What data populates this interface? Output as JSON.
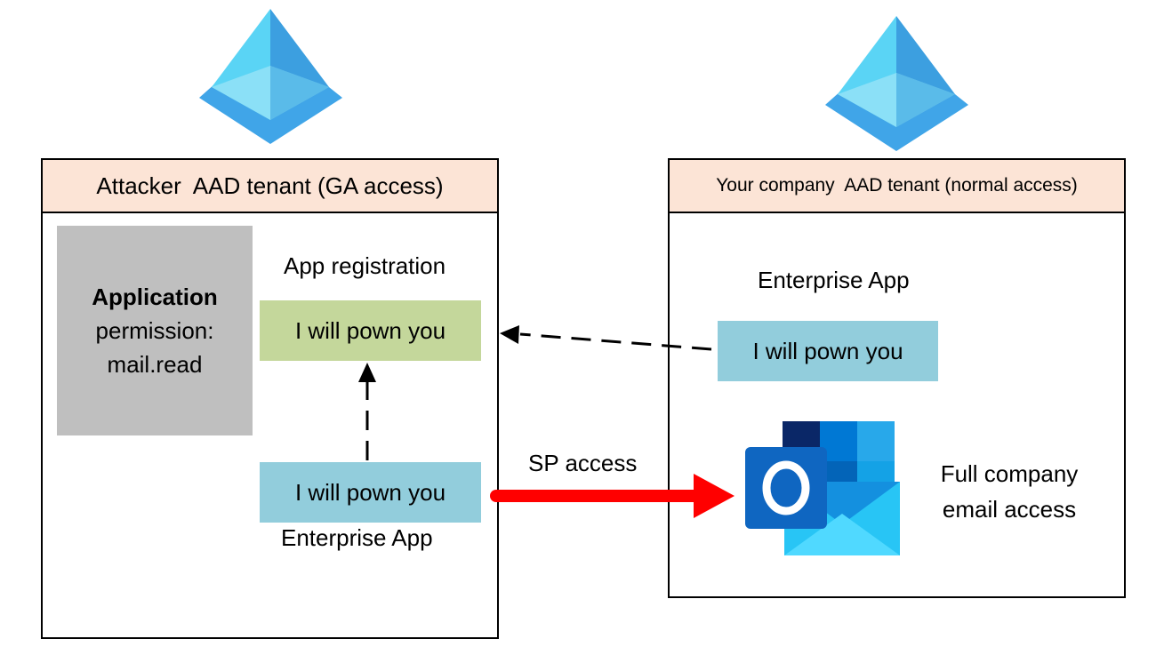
{
  "attacker": {
    "header": "Attacker  AAD tenant (GA access)",
    "permission": {
      "title": "Application",
      "line1": "permission:",
      "line2": "mail.read"
    },
    "app_registration_label": "App registration",
    "app_registration_name": "I will pown you",
    "enterprise_app_name": "I will pown you",
    "enterprise_app_label": "Enterprise App"
  },
  "company": {
    "header": "Your company  AAD tenant (normal access)",
    "enterprise_app_label": "Enterprise App",
    "enterprise_app_name": "I will pown you",
    "mail_line1": "Full company",
    "mail_line2": "email access"
  },
  "arrows": {
    "sp_access_label": "SP access"
  },
  "icons": {
    "left_logo": "azure-ad-pyramid-icon",
    "right_logo": "azure-ad-pyramid-icon",
    "mail": "outlook-icon"
  },
  "colors": {
    "header_fill": "#fce4d6",
    "app_registration_fill": "#c4d79b",
    "enterprise_app_fill": "#92cddc",
    "permission_fill": "#bfbfbf",
    "sp_arrow": "#ff0000"
  }
}
